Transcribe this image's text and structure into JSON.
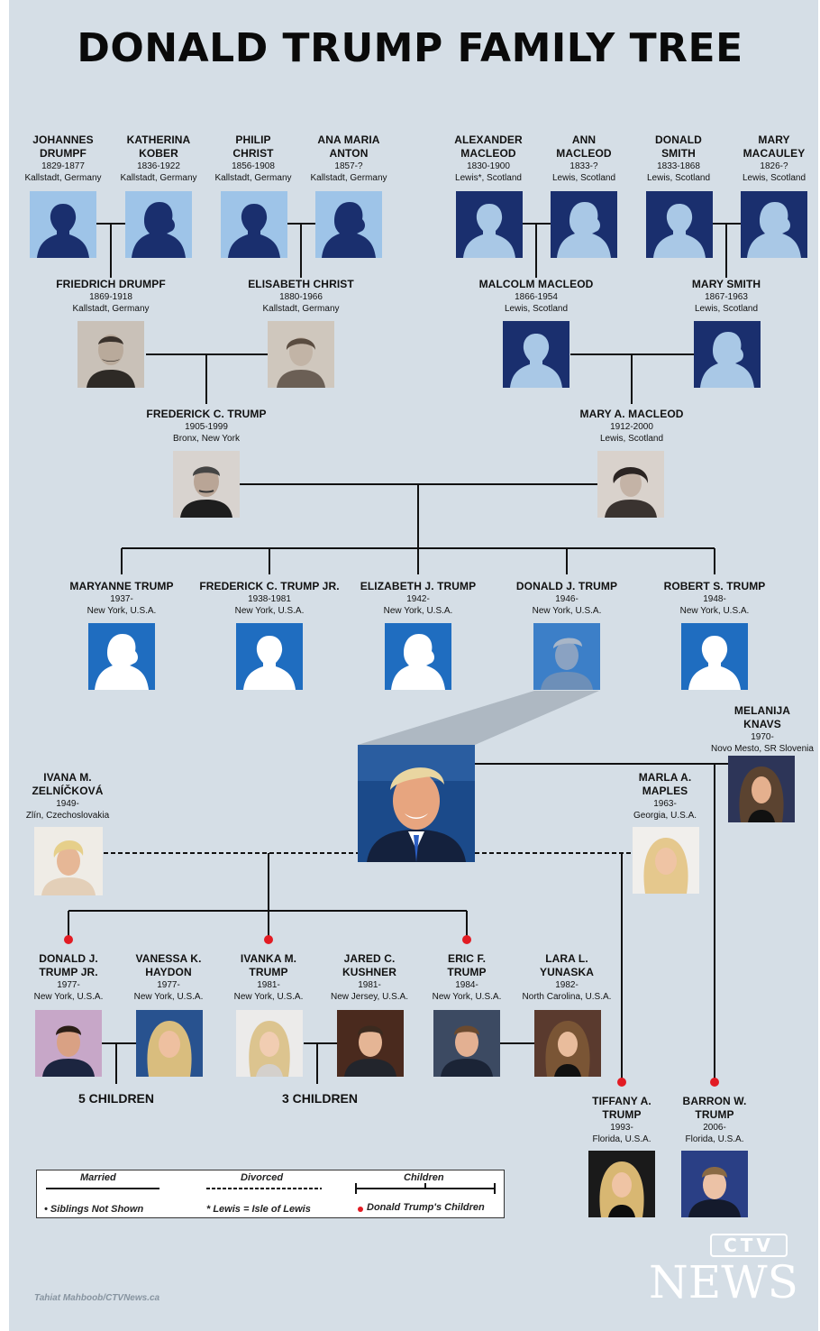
{
  "title": "DONALD TRUMP FAMILY TREE",
  "colors": {
    "background": "#d5dee6",
    "generation1": "#1a2f6e",
    "generation1_figure": "#a9c8e6",
    "ancestor_left_box": "#9ec4e8",
    "ancestor_left_figure": "#1a2f6e",
    "siblings_box": "#1f6dc0",
    "children_dot": "#e21b23"
  },
  "people": {
    "johannes": {
      "name1": "JOHANNES",
      "name2": "DRUMPF",
      "dates": "1829-1877",
      "place": "Kallstadt, Germany"
    },
    "katherina": {
      "name1": "KATHERINA",
      "name2": "KOBER",
      "dates": "1836-1922",
      "place": "Kallstadt, Germany"
    },
    "philip": {
      "name1": "PHILIP",
      "name2": "CHRIST",
      "dates": "1856-1908",
      "place": "Kallstadt, Germany"
    },
    "anamaria": {
      "name1": "ANA MARIA",
      "name2": "ANTON",
      "dates": "1857-?",
      "place": "Kallstadt, Germany"
    },
    "alexander": {
      "name1": "ALEXANDER",
      "name2": "MACLEOD",
      "dates": "1830-1900",
      "place": "Lewis*, Scotland"
    },
    "ann": {
      "name1": "ANN",
      "name2": "MACLEOD",
      "dates": "1833-?",
      "place": "Lewis, Scotland"
    },
    "donaldsmith": {
      "name1": "DONALD",
      "name2": "SMITH",
      "dates": "1833-1868",
      "place": "Lewis, Scotland"
    },
    "marymacauley": {
      "name1": "MARY",
      "name2": "MACAULEY",
      "dates": "1826-?",
      "place": "Lewis, Scotland"
    },
    "friedrich": {
      "name1": "FRIEDRICH DRUMPF",
      "dates": "1869-1918",
      "place": "Kallstadt, Germany"
    },
    "elisabeth": {
      "name1": "ELISABETH CHRIST",
      "dates": "1880-1966",
      "place": "Kallstadt, Germany"
    },
    "malcolm": {
      "name1": "MALCOLM MACLEOD",
      "dates": "1866-1954",
      "place": "Lewis, Scotland"
    },
    "marysmith": {
      "name1": "MARY SMITH",
      "dates": "1867-1963",
      "place": "Lewis, Scotland"
    },
    "frederick": {
      "name1": "FREDERICK C. TRUMP",
      "dates": "1905-1999",
      "place": "Bronx, New York"
    },
    "marymacleod": {
      "name1": "MARY A. MACLEOD",
      "dates": "1912-2000",
      "place": "Lewis, Scotland"
    },
    "maryanne": {
      "name1": "MARYANNE TRUMP",
      "dates": "1937-",
      "place": "New York, U.S.A."
    },
    "fredjr": {
      "name1": "FREDERICK C. TRUMP JR.",
      "dates": "1938-1981",
      "place": "New York, U.S.A."
    },
    "elizabeth": {
      "name1": "ELIZABETH J. TRUMP",
      "dates": "1942-",
      "place": "New York, U.S.A."
    },
    "donald": {
      "name1": "DONALD J. TRUMP",
      "dates": "1946-",
      "place": "New York, U.S.A."
    },
    "robert": {
      "name1": "ROBERT S. TRUMP",
      "dates": "1948-",
      "place": "New York, U.S.A."
    },
    "ivana": {
      "name1": "IVANA M.",
      "name2": "ZELNÍČKOVÁ",
      "dates": "1949-",
      "place": "Zlín, Czechoslovakia"
    },
    "marla": {
      "name1": "MARLA A.",
      "name2": "MAPLES",
      "dates": "1963-",
      "place": "Georgia, U.S.A."
    },
    "melania": {
      "name1": "MELANIJA",
      "name2": "KNAVS",
      "dates": "1970-",
      "place": "Novo Mesto, SR Slovenia"
    },
    "donjr": {
      "name1": "DONALD J.",
      "name2": "TRUMP JR.",
      "dates": "1977-",
      "place": "New York, U.S.A."
    },
    "vanessa": {
      "name1": "VANESSA K.",
      "name2": "HAYDON",
      "dates": "1977-",
      "place": "New York, U.S.A."
    },
    "ivanka": {
      "name1": "IVANKA M.",
      "name2": "TRUMP",
      "dates": "1981-",
      "place": "New York, U.S.A."
    },
    "jared": {
      "name1": "JARED C.",
      "name2": "KUSHNER",
      "dates": "1981-",
      "place": "New Jersey, U.S.A."
    },
    "eric": {
      "name1": "ERIC F.",
      "name2": "TRUMP",
      "dates": "1984-",
      "place": "New York, U.S.A."
    },
    "lara": {
      "name1": "LARA L.",
      "name2": "YUNASKA",
      "dates": "1982-",
      "place": "North Carolina, U.S.A."
    },
    "tiffany": {
      "name1": "TIFFANY A.",
      "name2": "TRUMP",
      "dates": "1993-",
      "place": "Florida, U.S.A."
    },
    "barron": {
      "name1": "BARRON W.",
      "name2": "TRUMP",
      "dates": "2006-",
      "place": "Florida, U.S.A."
    }
  },
  "notes": {
    "five_children": "5 CHILDREN",
    "three_children": "3 CHILDREN"
  },
  "legend": {
    "married": "Married",
    "divorced": "Divorced",
    "children": "Children",
    "siblings": "• Siblings Not Shown",
    "lewis": "* Lewis = Isle of Lewis",
    "trump_children": "Donald Trump's Children"
  },
  "credit": "Tahiat Mahboob/CTVNews.ca",
  "logo": {
    "brand": "CTV",
    "word": "NEWS"
  }
}
